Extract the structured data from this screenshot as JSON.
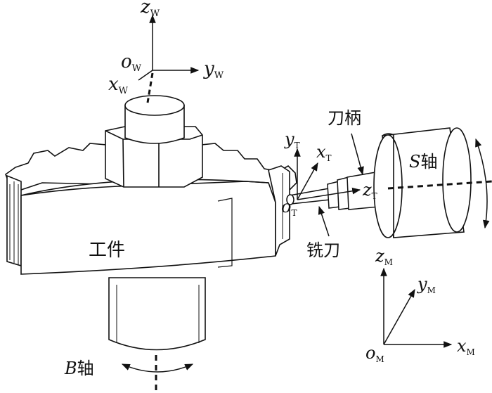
{
  "labels": {
    "zw": {
      "main": "z",
      "sub": "W"
    },
    "ow": {
      "main": "o",
      "sub": "W"
    },
    "yw": {
      "main": "y",
      "sub": "W"
    },
    "xw": {
      "main": "x",
      "sub": "W"
    },
    "yt": {
      "main": "y",
      "sub": "T"
    },
    "xt": {
      "main": "x",
      "sub": "T"
    },
    "ot": {
      "main": "o",
      "sub": "T"
    },
    "zt": {
      "main": "z",
      "sub": "T"
    },
    "zm": {
      "main": "z",
      "sub": "M"
    },
    "ym": {
      "main": "y",
      "sub": "M"
    },
    "om": {
      "main": "o",
      "sub": "M"
    },
    "xm": {
      "main": "x",
      "sub": "M"
    },
    "workpiece": "工件",
    "tool_holder": "刀柄",
    "milling_cutter": "铣刀",
    "s_axis": {
      "letter": "S",
      "text": "轴"
    },
    "b_axis": {
      "letter": "B",
      "text": "轴"
    }
  }
}
